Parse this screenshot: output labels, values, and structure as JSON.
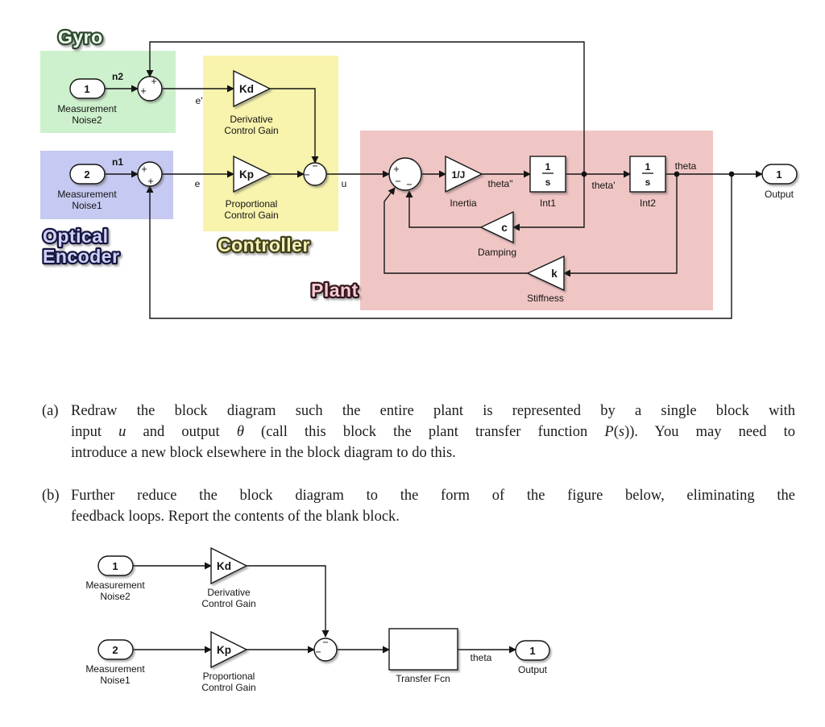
{
  "colors": {
    "gyro_region": "#cdf1cc",
    "controller_region": "#f8f3ad",
    "encoder_region": "#c6c9f1",
    "plant_region": "#f0c6c5",
    "wire": "#141414"
  },
  "diagram1": {
    "region_labels": {
      "gyro": "Gyro",
      "optical_line1": "Optical",
      "optical_line2": "Encoder",
      "controller": "Controller",
      "plant": "Plant"
    },
    "inport1": {
      "num": "1",
      "label1": "Measurement",
      "label2": "Noise2"
    },
    "inport2": {
      "num": "2",
      "label1": "Measurement",
      "label2": "Noise1"
    },
    "outport": {
      "num": "1",
      "label": "Output"
    },
    "sums": {
      "gyro": {
        "s1": "+",
        "s2": "+"
      },
      "encoder": {
        "s1": "+",
        "s2": "+"
      },
      "controller": {
        "s1": "−",
        "s2": "−"
      },
      "plant": {
        "s1": "+",
        "s2": "−",
        "s3": "−"
      }
    },
    "gains": {
      "kd": {
        "sym": "Kd",
        "label1": "Derivative",
        "label2": "Control Gain"
      },
      "kp": {
        "sym": "Kp",
        "label1": "Proportional",
        "label2": "Control Gain"
      },
      "inertia": {
        "sym": "1/J",
        "label": "Inertia"
      },
      "damping": {
        "sym": "c",
        "label": "Damping"
      },
      "stiffness": {
        "sym": "k",
        "label": "Stiffness"
      }
    },
    "integrators": {
      "int1": {
        "num": "1",
        "den": "s",
        "label": "Int1"
      },
      "int2": {
        "num": "1",
        "den": "s",
        "label": "Int2"
      }
    },
    "signals": {
      "n2": "n2",
      "eprime": "e'",
      "n1": "n1",
      "e": "e",
      "u": "u",
      "theta_ddot": "theta\"",
      "theta_dot": "theta'",
      "theta": "theta"
    }
  },
  "questions": {
    "a": {
      "marker": "(a)",
      "line1": "Redraw the block diagram such the entire plant is represented by a single block with",
      "line2_parts": [
        "input ",
        "u",
        " and output ",
        "θ",
        " (call this block the plant transfer function ",
        "P",
        "(",
        "s",
        ")). You may need to"
      ],
      "line3": "introduce a new block elsewhere in the block diagram to do this."
    },
    "b": {
      "marker": "(b)",
      "line1": "Further reduce the block diagram to the form of the figure below, eliminating the",
      "line2": "feedback loops. Report the contents of the blank block."
    }
  },
  "diagram2": {
    "inport1": {
      "num": "1",
      "label1": "Measurement",
      "label2": "Noise2"
    },
    "inport2": {
      "num": "2",
      "label1": "Measurement",
      "label2": "Noise1"
    },
    "outport": {
      "num": "1",
      "label": "Output"
    },
    "gains": {
      "kd": {
        "sym": "Kd",
        "label1": "Derivative",
        "label2": "Control Gain"
      },
      "kp": {
        "sym": "Kp",
        "label1": "Proportional",
        "label2": "Control Gain"
      }
    },
    "sum": {
      "s1": "−",
      "s2": "−"
    },
    "tf": {
      "label": "Transfer Fcn"
    },
    "signals": {
      "theta": "theta"
    }
  }
}
